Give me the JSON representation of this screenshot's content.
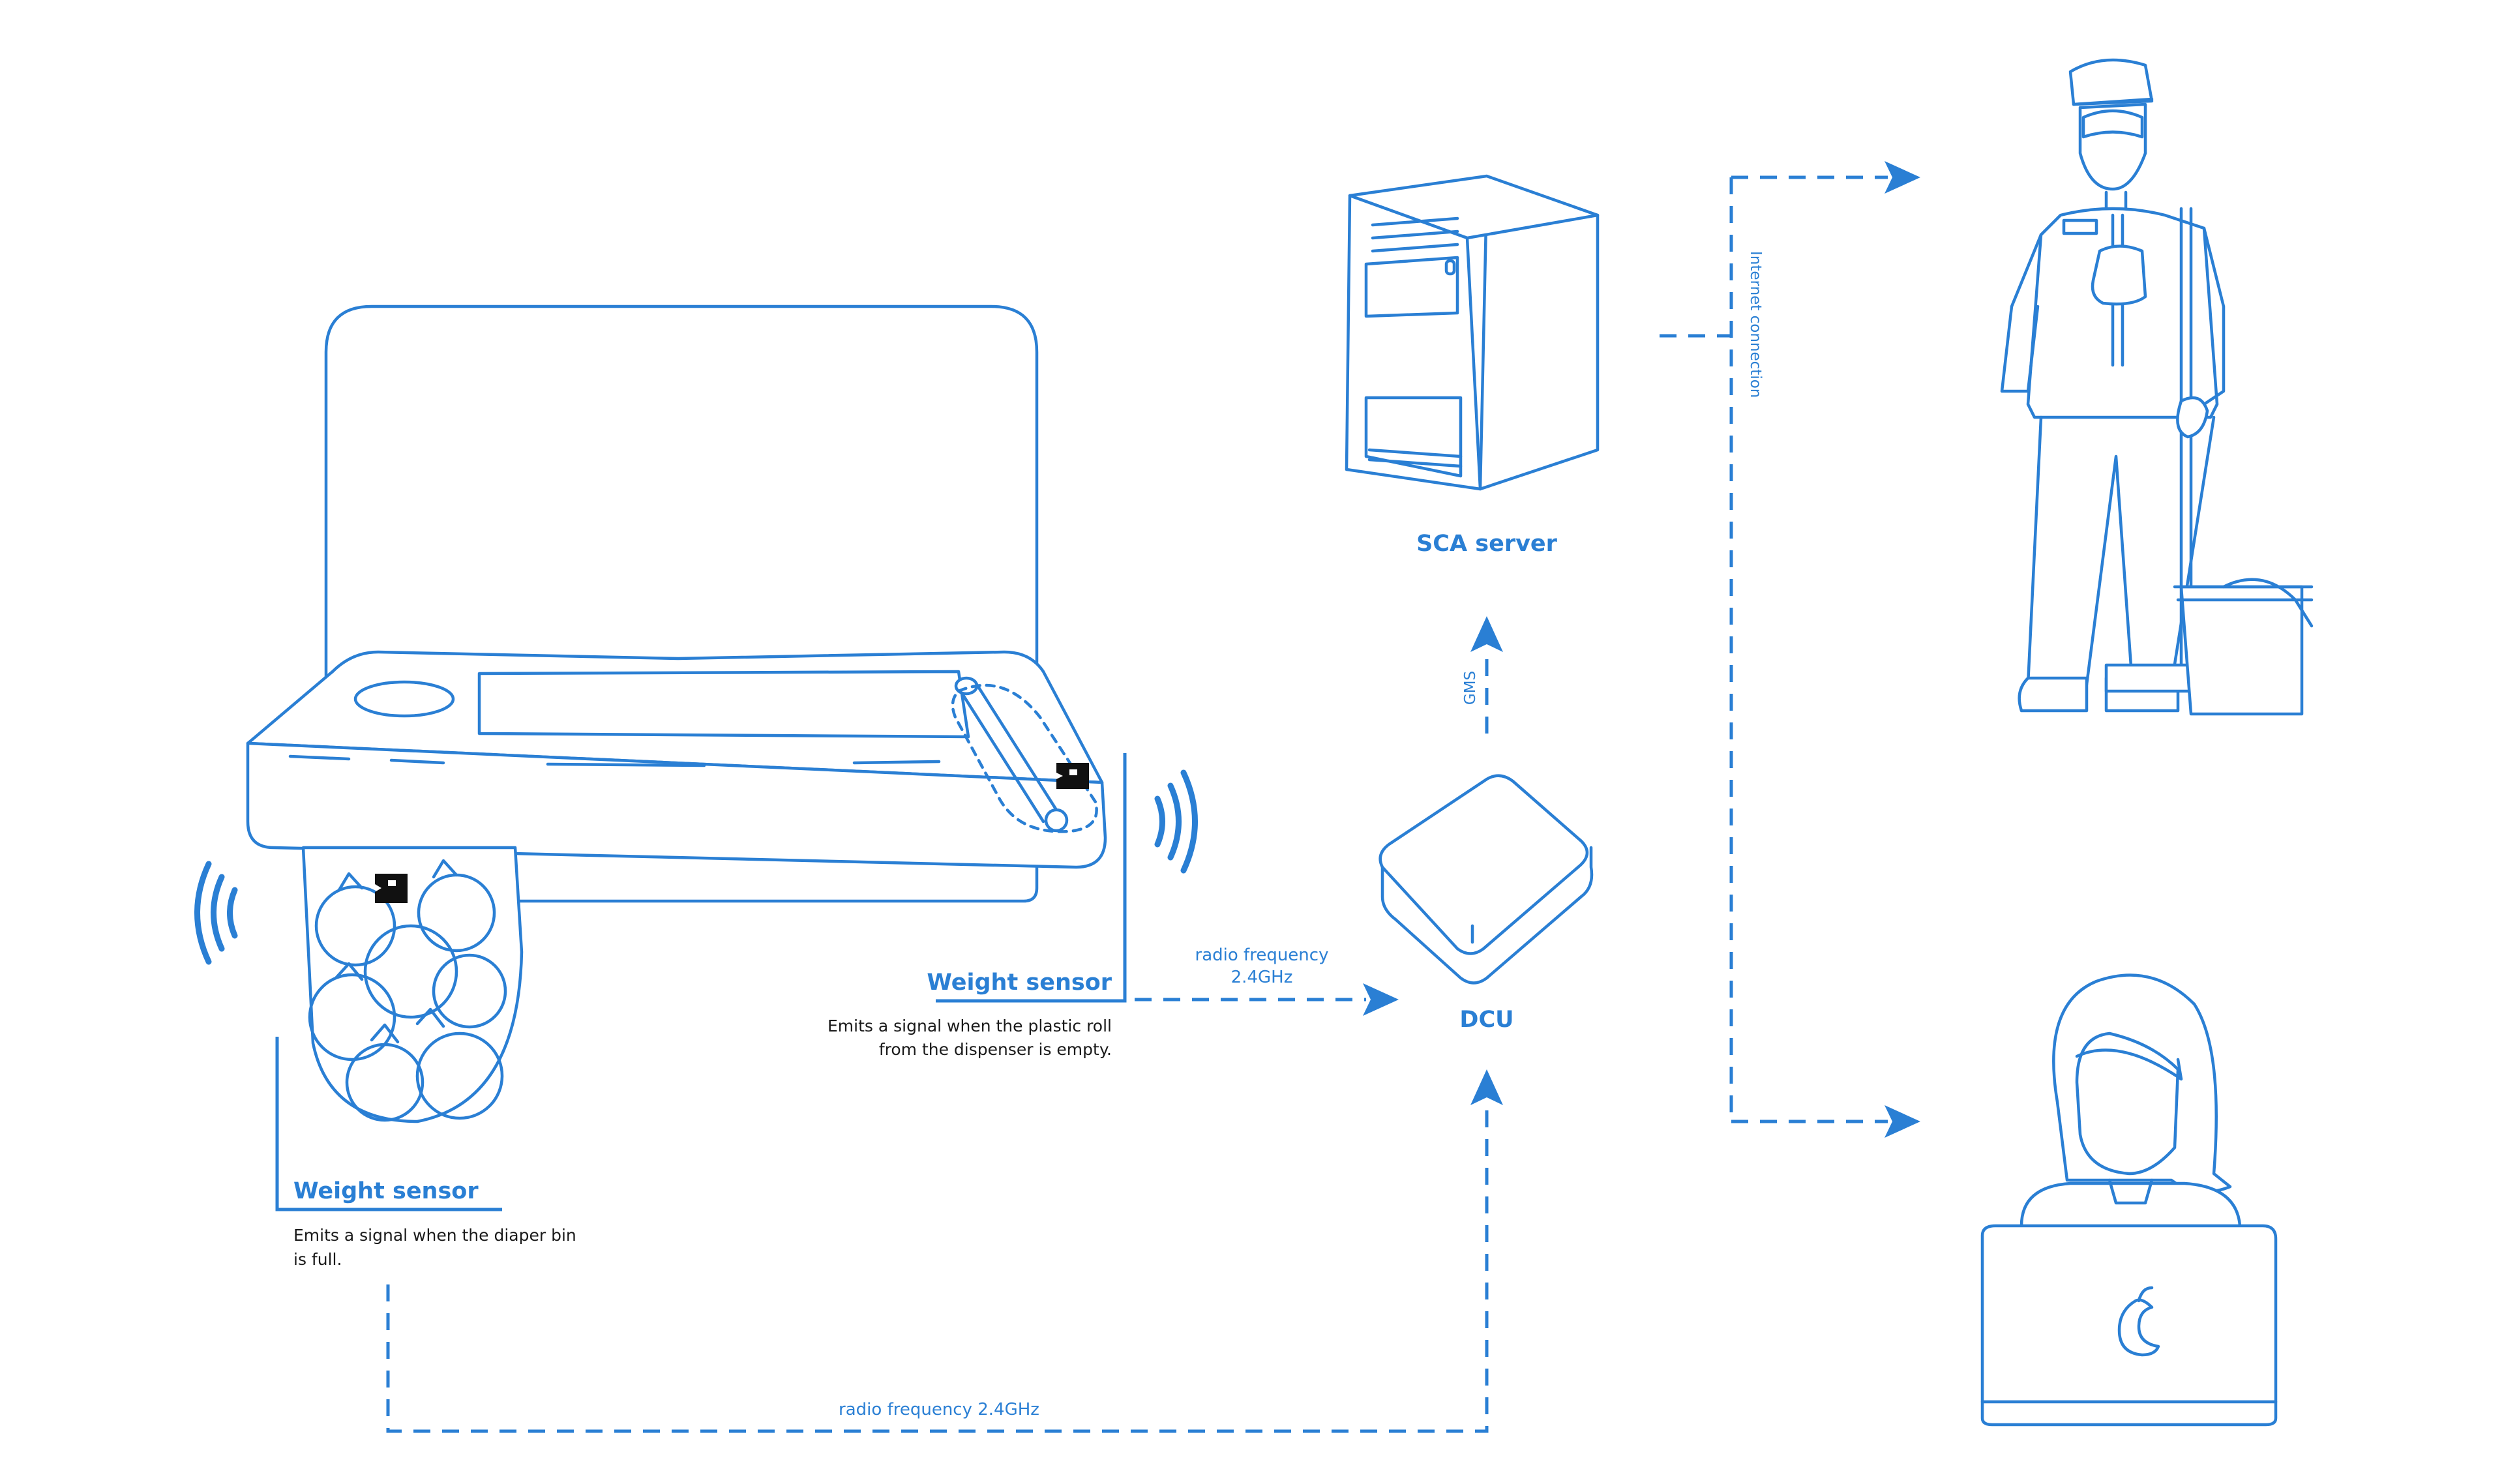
{
  "colors": {
    "accent": "#2a7fd4",
    "text": "#1a1a1a",
    "background": "#ffffff"
  },
  "icons": [
    "changing-table-icon",
    "diaper-bin-icon",
    "server-tower-icon",
    "dcu-device-icon",
    "janitor-icon",
    "laptop-user-icon",
    "signal-wave-icon"
  ],
  "sensors": {
    "dispenser": {
      "title": "Weight sensor",
      "desc_lines": [
        "Emits a signal when the plastic roll",
        "from the dispenser is empty."
      ]
    },
    "bin": {
      "title": "Weight sensor",
      "desc_lines": [
        "Emits a signal when the diaper bin",
        "is full."
      ]
    }
  },
  "nodes": {
    "server": "SCA server",
    "dcu": "DCU"
  },
  "links": {
    "dispenser_to_dcu": [
      "radio frequency",
      "2.4GHz"
    ],
    "bin_to_dcu": "radio frequency 2.4GHz",
    "dcu_to_server": "GMS",
    "server_to_users": "Internet connection"
  }
}
